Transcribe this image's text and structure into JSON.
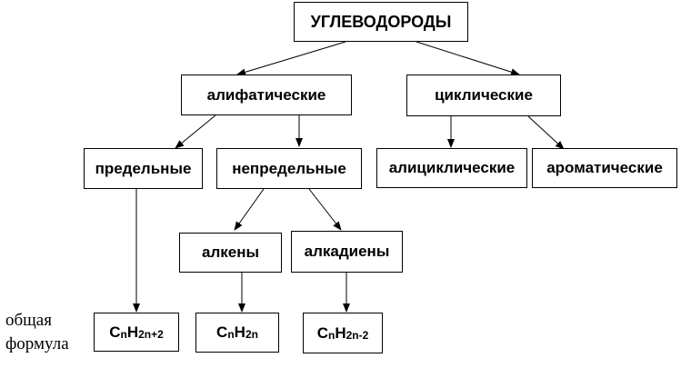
{
  "nodes": {
    "root": "УГЛЕВОДОРОДЫ",
    "aliphatic": "алифатические",
    "cyclic": "циклические",
    "saturated": "предельные",
    "unsaturated": "непредельные",
    "alicyclic": "алициклические",
    "aromatic": "ароматические",
    "alkenes": "алкены",
    "alkadienes": "алкадиены"
  },
  "formulas": {
    "alkane": {
      "base_c": "C",
      "sub_c": "n",
      "base_h": "H",
      "sub_h": "2n+2"
    },
    "alkene": {
      "base_c": "C",
      "sub_c": "n",
      "base_h": "H",
      "sub_h": "2n"
    },
    "alkadiene": {
      "base_c": "C",
      "sub_c": "n",
      "base_h": "H",
      "sub_h": "2n-2"
    }
  },
  "side_label": {
    "line1": "общая",
    "line2": "формула"
  }
}
